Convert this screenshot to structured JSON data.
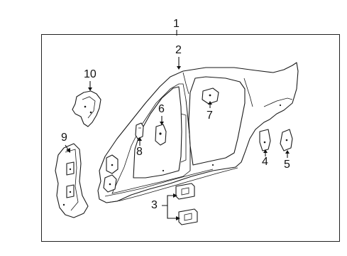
{
  "diagram": {
    "callouts": [
      {
        "id": "1",
        "text": "1"
      },
      {
        "id": "2",
        "text": "2"
      },
      {
        "id": "3",
        "text": "3"
      },
      {
        "id": "4",
        "text": "4"
      },
      {
        "id": "5",
        "text": "5"
      },
      {
        "id": "6",
        "text": "6"
      },
      {
        "id": "7",
        "text": "7"
      },
      {
        "id": "8",
        "text": "8"
      },
      {
        "id": "9",
        "text": "9"
      },
      {
        "id": "10",
        "text": "10"
      }
    ],
    "colors": {
      "line": "#1a1a1a",
      "background": "#ffffff"
    }
  }
}
